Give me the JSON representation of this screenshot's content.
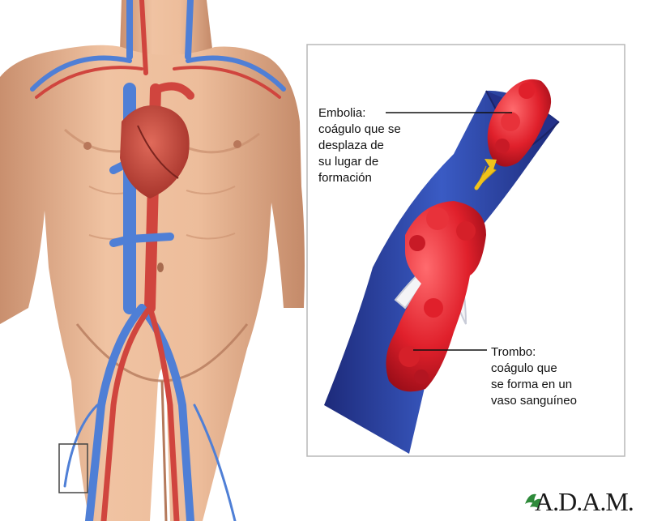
{
  "labels": {
    "embolia": {
      "lines": [
        "Embolia:",
        "coágulo que se",
        "desplaza de",
        "su lugar de",
        "formación"
      ]
    },
    "trombo": {
      "lines": [
        "Trombo:",
        "coágulo que",
        "se forma en un",
        "vaso sanguíneo"
      ]
    }
  },
  "logo": {
    "text": "A.D.A.M."
  },
  "colors": {
    "skin": "#e8b593",
    "skin_shadow": "#c98f6e",
    "vein": "#4f7fd6",
    "artery": "#d0453e",
    "vessel_wall": "#2b3f9e",
    "clot": "#d81f2a",
    "arrow": "#f0c21b",
    "panel_border": "#b8b8b8"
  }
}
